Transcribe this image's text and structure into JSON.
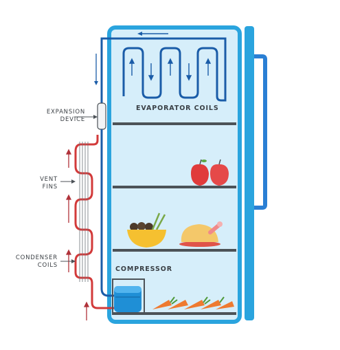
{
  "labels": {
    "evaporator": "EVAPORATOR COILS",
    "expansion_line1": "EXPANSION",
    "expansion_line2": "DEVICE",
    "vent_line1": "VENT",
    "vent_line2": "FINS",
    "condenser_line1": "CONDENSER",
    "condenser_line2": "COILS",
    "compressor": "COMPRESSOR"
  },
  "colors": {
    "fridge_outline": "#2aa4de",
    "interior": "#d6eefa",
    "shelf": "#4c5257",
    "cold_pipe": "#1a5ca8",
    "hot_pipe": "#d23a3a",
    "arrow": "#b0323a",
    "compressor": "#1f8fd6",
    "apple": "#e03b3b",
    "bowl": "#f5c030",
    "chicken": "#f4c86a",
    "carrot": "#ee7a30"
  },
  "icons": [
    "apple-icon",
    "bowl-icon",
    "roast-chicken-icon",
    "carrot-icon",
    "compressor-icon"
  ]
}
